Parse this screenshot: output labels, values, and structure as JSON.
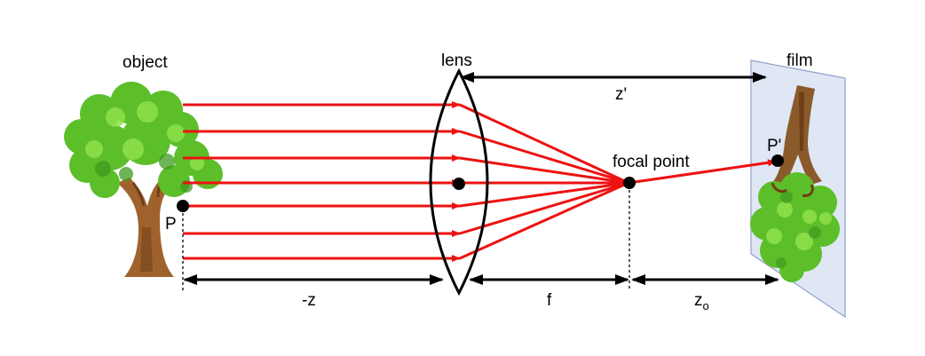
{
  "labels": {
    "object": "object",
    "lens": "lens",
    "film": "film",
    "focal_point": "focal point",
    "point_p": "P",
    "point_p_prime": "P'",
    "z_prime": "z'",
    "neg_z": "-z",
    "f": "f",
    "z_o_base": "z",
    "z_o_sub": "o"
  },
  "colors": {
    "ray": "#ee1111",
    "arrow": "#000000",
    "film_plane": "#dfe7f5",
    "film_edge": "#8fa0c8",
    "foliage": "#5cbf2a",
    "foliage_dark": "#3f9a1f",
    "foliage_light": "#8fe04a",
    "trunk": "#a0622d",
    "trunk_dark": "#6e3f17"
  },
  "icons": {
    "object": "tree-icon",
    "film_image": "inverted-tree-icon"
  }
}
